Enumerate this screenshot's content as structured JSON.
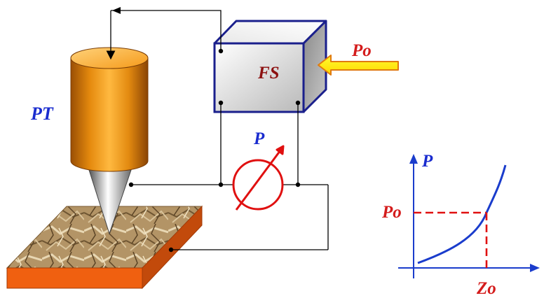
{
  "labels": {
    "tube": "PT",
    "controller": "FS",
    "setpoint_arrow": "Po",
    "meter": "P",
    "graph_y_axis": "P",
    "graph_y_marker": "Po",
    "graph_x_marker": "Zo"
  },
  "colors": {
    "tube_orange": "#f39a12",
    "box_border": "#1a1f8c",
    "label_blue": "#1a2ccf",
    "label_red": "#d41c1c",
    "label_dark_red": "#8c1010",
    "arrow_yellow": "#ffff00",
    "arrow_outline": "#e07a10",
    "meter_red": "#e01010",
    "sample_base": "#f06010",
    "graph_curve": "#1a3ccc",
    "graph_dash": "#e01010"
  },
  "icons": {
    "meter": "ammeter-dial-icon",
    "feedback_arrow": "arrow-icon"
  }
}
